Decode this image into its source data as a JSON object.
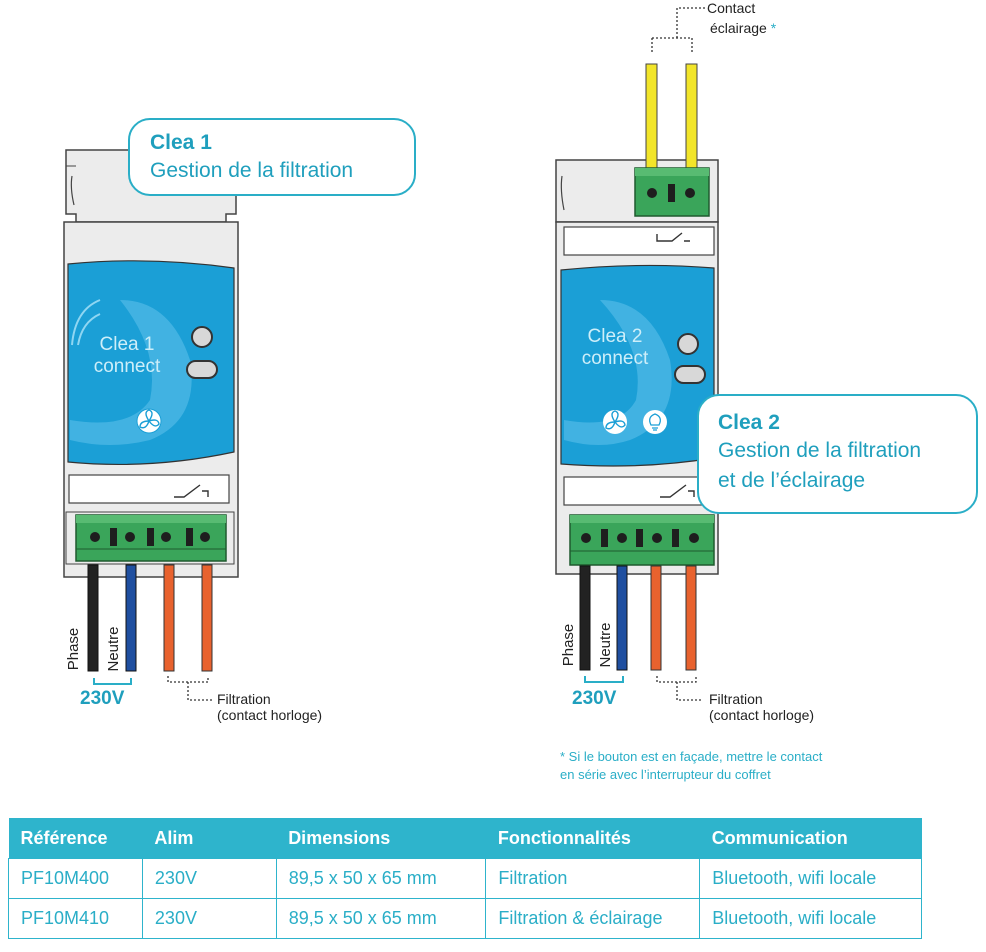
{
  "device1": {
    "title": "Clea 1",
    "subtitle": "Gestion de la filtration",
    "panel_line1": "Clea 1",
    "panel_line2": "connect",
    "wire_labels": [
      "Phase",
      "Neutre"
    ],
    "voltage": "230V",
    "filtration_label_1": "Filtration",
    "filtration_label_2": "(contact horloge)"
  },
  "device2": {
    "title": "Clea 2",
    "subtitle_line1": "Gestion de la filtration",
    "subtitle_line2": "et de l’éclairage",
    "panel_line1": "Clea 2",
    "panel_line2": "connect",
    "wire_labels": [
      "Phase",
      "Neutre"
    ],
    "voltage": "230V",
    "filtration_label_1": "Filtration",
    "filtration_label_2": "(contact horloge)",
    "contact_label_1": "Contact",
    "contact_label_2": "éclairage",
    "asterisk": "*"
  },
  "footnote": {
    "line1": "* Si le bouton est en façade, mettre le contact",
    "line2": "en série avec l’interrupteur du coffret"
  },
  "table": {
    "headers": [
      "Référence",
      "Alim",
      "Dimensions",
      "Fonctionnalités",
      "Communication"
    ],
    "rows": [
      [
        "PF10M400",
        "230V",
        "89,5 x 50 x 65 mm",
        "Filtration",
        "Bluetooth, wifi locale"
      ],
      [
        "PF10M410",
        "230V",
        "89,5 x 50 x 65 mm",
        "Filtration & éclairage",
        "Bluetooth, wifi locale"
      ]
    ]
  },
  "colors": {
    "accent": "#2aaec7",
    "panel_blue": "#1b9fd6",
    "terminal_green": "#3aa55a",
    "wire_black": "#222222",
    "wire_blue": "#1f4fa0",
    "wire_orange": "#e8622e",
    "wire_yellow": "#f2e52a"
  }
}
